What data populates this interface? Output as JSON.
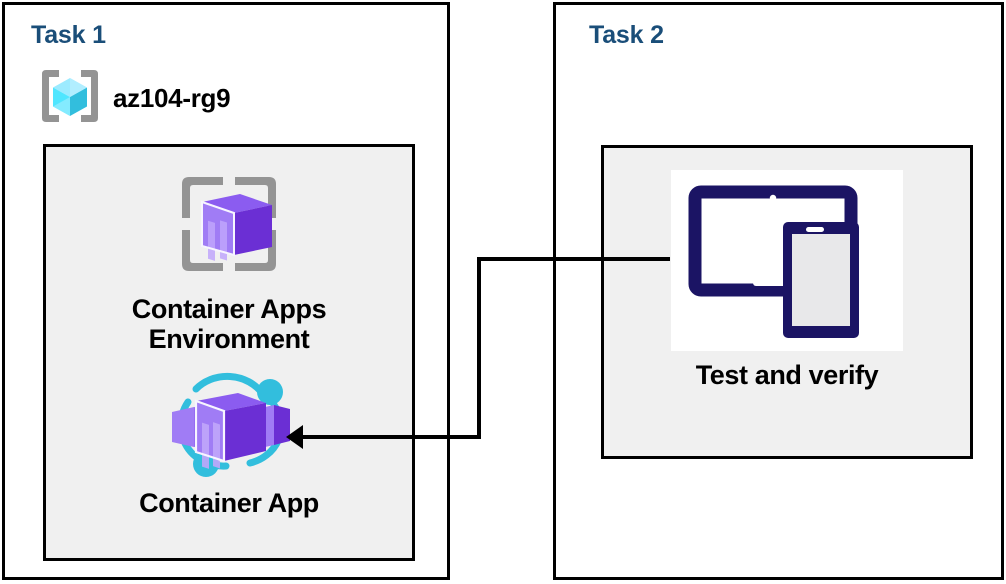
{
  "diagram": {
    "panels": [
      {
        "id": "task1",
        "title": "Task 1",
        "resource_group": {
          "label": "az104-rg9",
          "icon": "resource-group-icon"
        },
        "resources": [
          {
            "label_line1": "Container Apps",
            "label_line2": "Environment",
            "icon": "container-apps-environment-icon"
          },
          {
            "label_line1": "Container App",
            "label_line2": "",
            "icon": "container-app-icon"
          }
        ]
      },
      {
        "id": "task2",
        "title": "Task 2",
        "resources": [
          {
            "label_line1": "Test and verify",
            "label_line2": "",
            "icon": "test-and-verify-icon"
          }
        ]
      }
    ],
    "connector": {
      "from": "test-and-verify-icon",
      "to": "container-app-icon",
      "arrow_direction": "left"
    },
    "colors": {
      "panel_title": "#1a4e79",
      "panel_border": "#000000",
      "inner_box_fill": "#f0f0f0",
      "resource_group_cube": "#50e6ff",
      "container_purple": "#773adc",
      "container_purple_light": "#9b6cf2",
      "accent_cyan": "#32bedd",
      "device_navy": "#1b1464",
      "bracket_gray": "#949494",
      "label_text": "#000000",
      "page_background": "#ffffff"
    }
  }
}
